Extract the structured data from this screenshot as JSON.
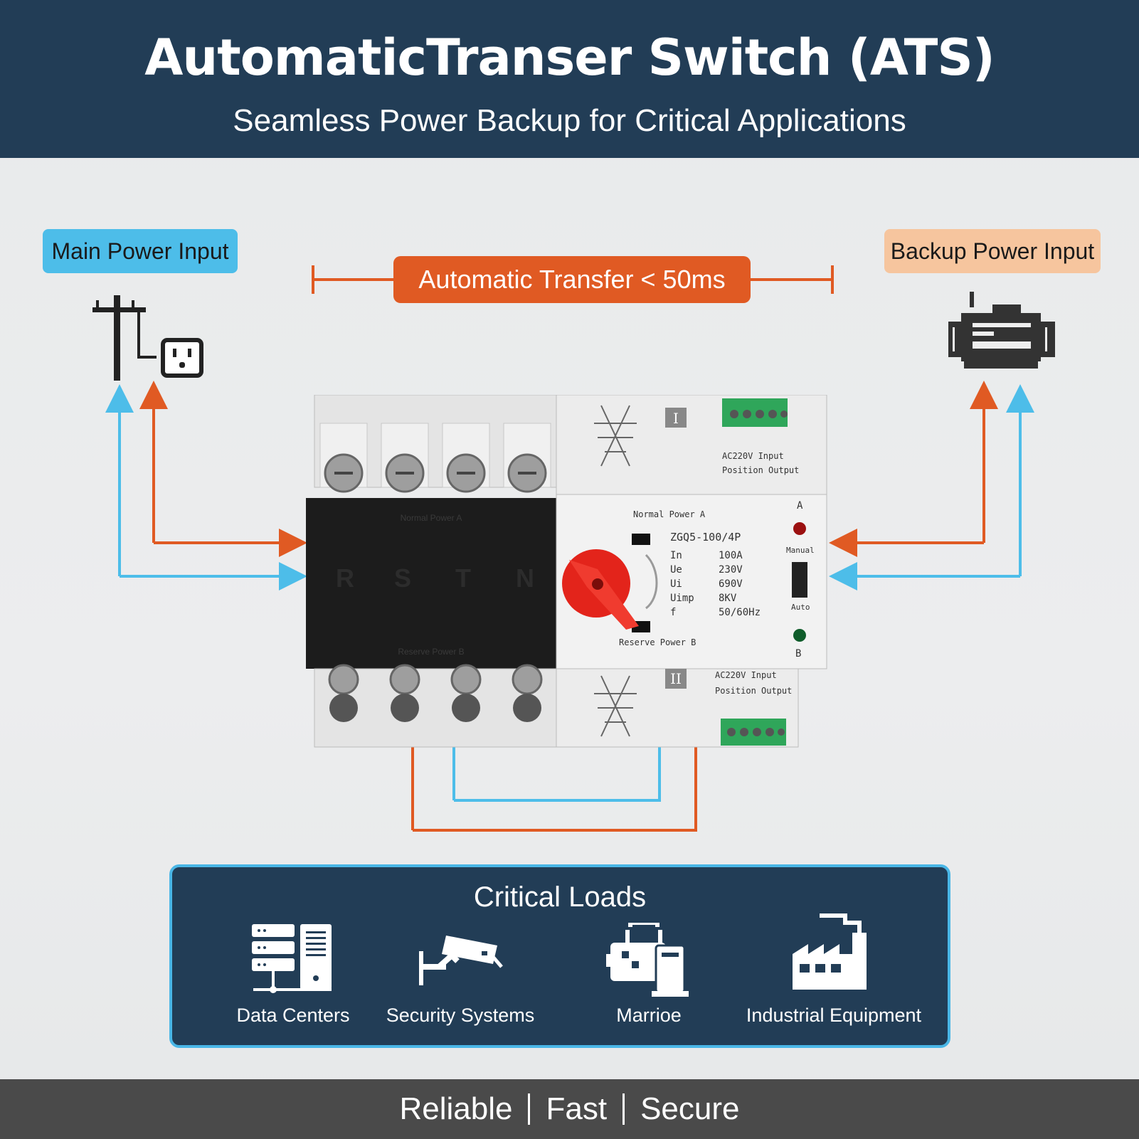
{
  "header": {
    "title": "AutomaticTranser Switch (ATS)",
    "subtitle": "Seamless Power Backup for Critical Applications"
  },
  "labels": {
    "main_power": "Main Power Input",
    "backup_power": "Backup Power Input",
    "transfer": "Automatic Transfer < 50ms"
  },
  "device": {
    "phases": [
      "R",
      "S",
      "T",
      "N"
    ],
    "normal_power": "Normal Power A",
    "reserve_power": "Reserve Power B",
    "model": "ZGQ5-100/4P",
    "spec_keys": [
      "In",
      "Ue",
      "Ui",
      "Uimp",
      "f"
    ],
    "spec_values": [
      "100A",
      "230V",
      "690V",
      "8KV",
      "50/60Hz"
    ],
    "indicator_a": "A",
    "indicator_b": "B",
    "manual_label": "Manual",
    "auto_label": "Auto",
    "top_block_roman": "I",
    "bottom_block_roman": "II",
    "top_terminal_input": "AC220V Input",
    "top_terminal_output": "Position Output",
    "bottom_terminal_input": "AC220V Input",
    "bottom_terminal_output": "Position Output"
  },
  "loads": {
    "title": "Critical Loads",
    "items": [
      {
        "label": "Data Centers",
        "icon": "server-icon"
      },
      {
        "label": "Security Systems",
        "icon": "security-camera-icon"
      },
      {
        "label": "Marrioe",
        "icon": "medical-device-icon"
      },
      {
        "label": "Industrial Equipment",
        "icon": "factory-icon"
      }
    ]
  },
  "footer": {
    "items": [
      "Reliable",
      "Fast",
      "Secure"
    ]
  },
  "colors": {
    "navy": "#223d56",
    "blue_line": "#4dbde9",
    "orange_line": "#e05a23",
    "backup_pill": "#f6c59e",
    "footer": "#4a4a4a"
  }
}
